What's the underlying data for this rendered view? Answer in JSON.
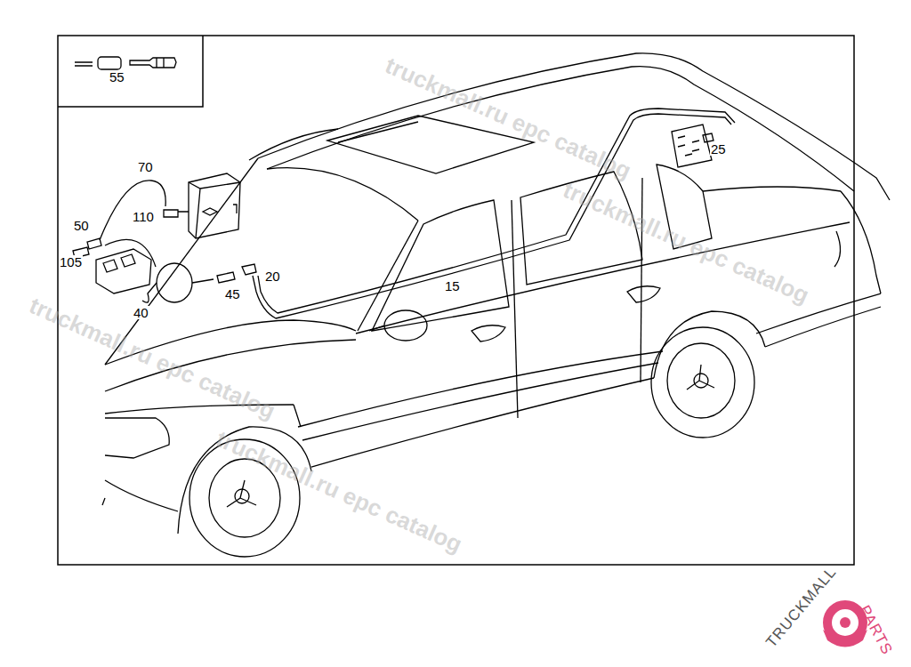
{
  "diagram": {
    "labels": [
      "55",
      "70",
      "110",
      "50",
      "105",
      "40",
      "45",
      "20",
      "15",
      "25",
      "truckmall.ru epc catalog",
      "truckmall.ru epc catalog",
      "truckmall.ru epc catalog",
      "truckmall.ru epc catalog",
      "TRUCKMALL",
      "PARTS"
    ]
  }
}
